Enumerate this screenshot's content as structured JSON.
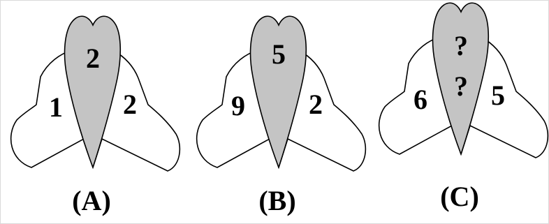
{
  "figures": [
    {
      "label": "(A)",
      "top": "2",
      "left": "1",
      "right": "2"
    },
    {
      "label": "(B)",
      "top": "5",
      "left": "9",
      "right": "2"
    },
    {
      "label": "(C)",
      "top": "?",
      "middle": "?",
      "left": "6",
      "right": "5"
    }
  ],
  "colors": {
    "wing_fill": "#ffffff",
    "heart_fill": "#c4c4c4",
    "stroke": "#000000"
  }
}
